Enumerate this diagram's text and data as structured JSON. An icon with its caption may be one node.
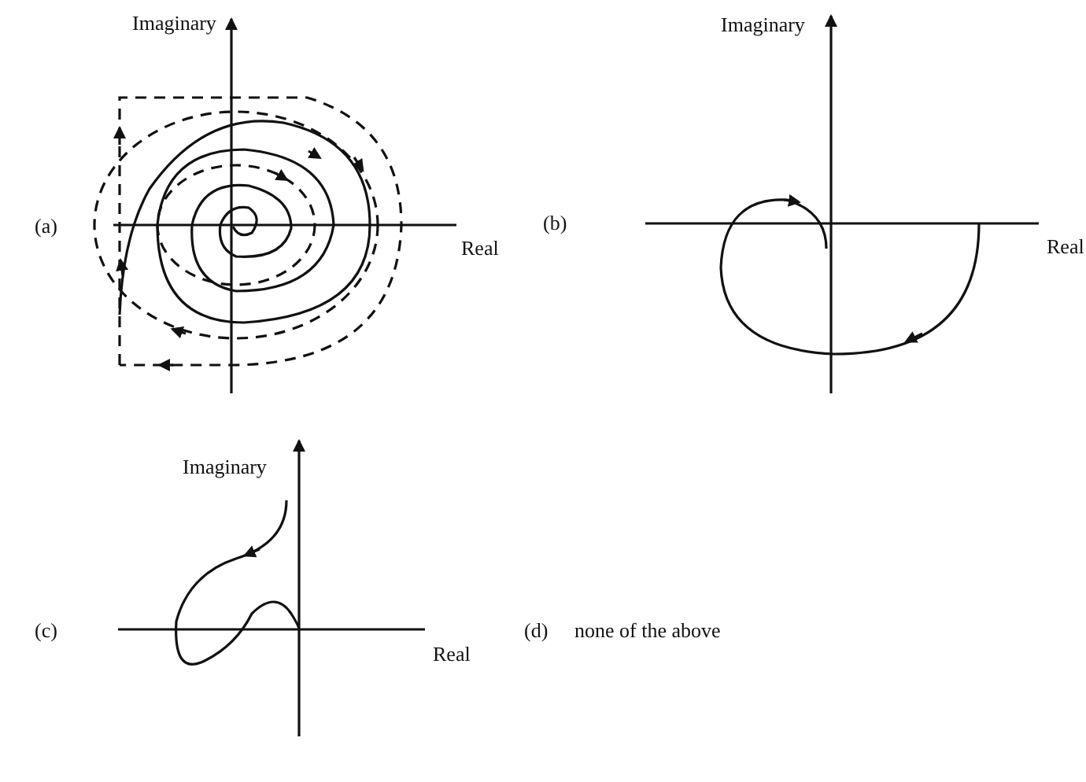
{
  "diagram": {
    "labels": [
      "Imaginary",
      "(a)",
      "Real",
      "Imaginary",
      "(b)",
      "Real",
      "Imaginary",
      "(c)",
      "Real",
      "(d)",
      "none of the above"
    ]
  }
}
